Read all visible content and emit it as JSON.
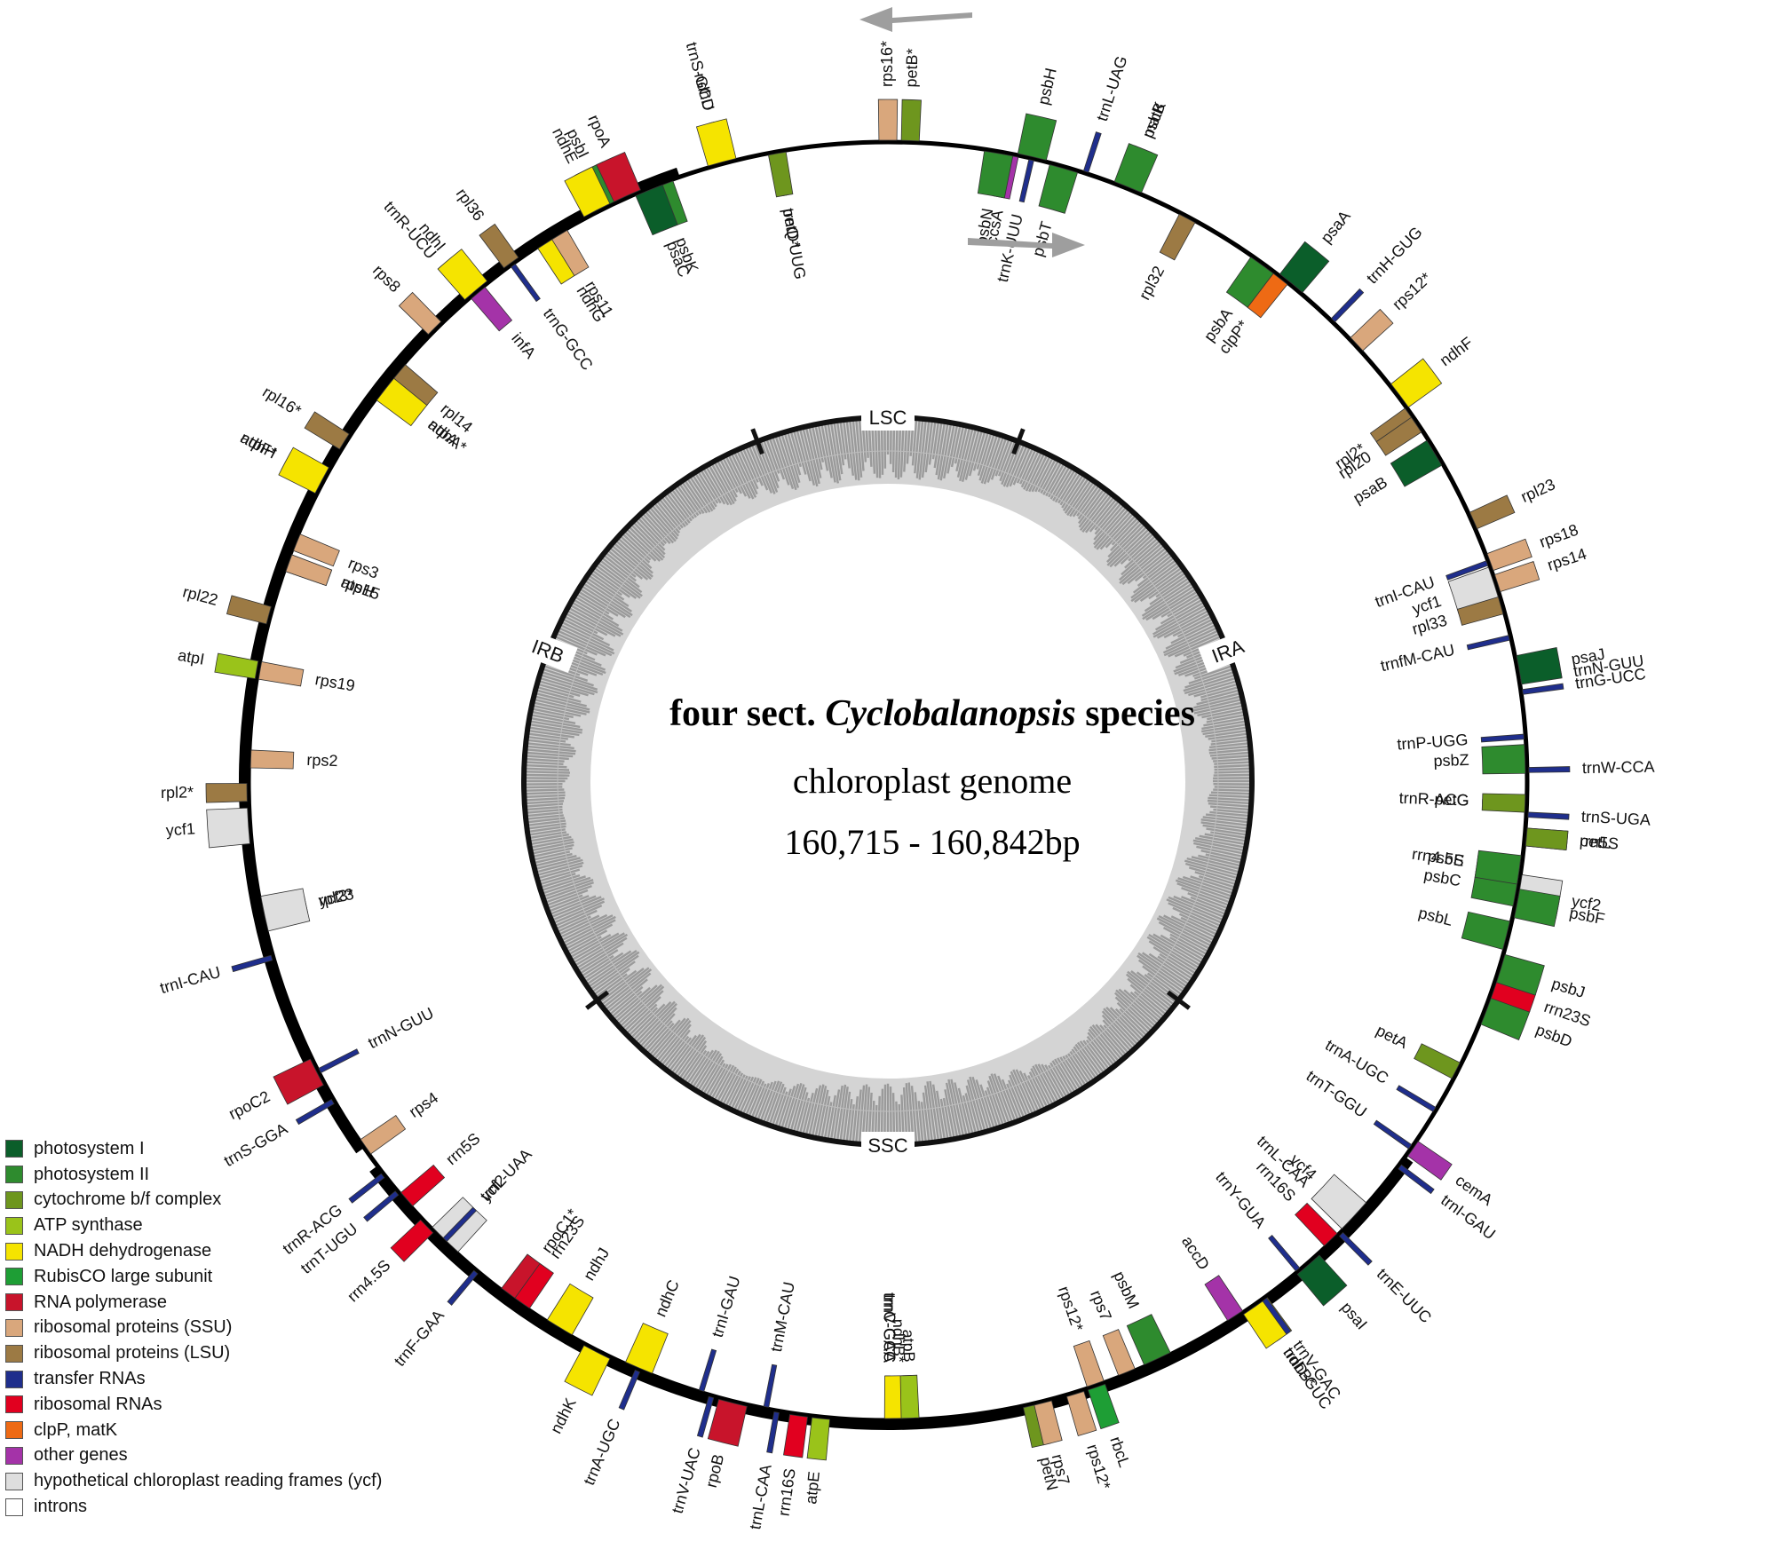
{
  "title": {
    "prefix": "four sect.",
    "genus": "Cyclobalanopsis",
    "suffix": "species",
    "line2": "chloroplast genome",
    "line3": "160,715 - 160,842bp"
  },
  "regions": [
    "LSC",
    "IRA",
    "SSC",
    "IRB"
  ],
  "legend": [
    {
      "category": "photosystem I",
      "label": "photosystem I",
      "color": "#0b5e2a"
    },
    {
      "category": "photosystem II",
      "label": "photosystem II",
      "color": "#2e8b2e"
    },
    {
      "category": "cytochrome b/f complex",
      "label": "cytochrome b/f complex",
      "color": "#6e961e"
    },
    {
      "category": "ATP synthase",
      "label": "ATP synthase",
      "color": "#9ac31a"
    },
    {
      "category": "NADH dehydrogenase",
      "label": "NADH dehydrogenase",
      "color": "#f5e400"
    },
    {
      "category": "RubisCO large subunit",
      "label": "RubisCO large subunit",
      "color": "#1e9e35"
    },
    {
      "category": "RNA polymerase",
      "label": "RNA polymerase",
      "color": "#c8142b"
    },
    {
      "category": "ribosomal proteins (SSU)",
      "label": "ribosomal proteins (SSU)",
      "color": "#d9a77c"
    },
    {
      "category": "ribosomal proteins (LSU)",
      "label": "ribosomal proteins (LSU)",
      "color": "#9c7a44"
    },
    {
      "category": "transfer RNAs",
      "label": "transfer RNAs",
      "color": "#1f2e8c"
    },
    {
      "category": "ribosomal RNAs",
      "label": "ribosomal RNAs",
      "color": "#e1001f"
    },
    {
      "category": "clpP, matK",
      "label": "clpP, matK",
      "color": "#ee6a14"
    },
    {
      "category": "other genes",
      "label": "other genes",
      "color": "#a433a8"
    },
    {
      "category": "hypothetical chloroplast reading frames (ycf)",
      "label": "hypothetical chloroplast reading frames (ycf)",
      "color": "#dedede"
    },
    {
      "category": "introns",
      "label": "introns",
      "color": "#ffffff"
    }
  ],
  "genes": [
    {
      "name": "psaA",
      "angle": 39,
      "category": "photosystem I"
    },
    {
      "name": "psaB",
      "angle": 59,
      "category": "photosystem I"
    },
    {
      "name": "rps14",
      "angle": 72,
      "category": "ribosomal proteins (SSU)"
    },
    {
      "name": "trnfM-CAU",
      "angle": 77,
      "category": "transfer RNAs"
    },
    {
      "name": "trnG-UCC",
      "angle": 82,
      "category": "transfer RNAs"
    },
    {
      "name": "psbZ",
      "angle": 88,
      "category": "photosystem II"
    },
    {
      "name": "trnS-UGA",
      "angle": 93,
      "category": "transfer RNAs"
    },
    {
      "name": "psbC",
      "angle": 100,
      "category": "photosystem II"
    },
    {
      "name": "psbD",
      "angle": 111,
      "category": "photosystem II"
    },
    {
      "name": "trnT-GGU",
      "angle": 125,
      "category": "transfer RNAs"
    },
    {
      "name": "trnE-UUC",
      "angle": 135,
      "category": "transfer RNAs"
    },
    {
      "name": "trnY-GUA",
      "angle": 140,
      "category": "transfer RNAs"
    },
    {
      "name": "trnD-GUC",
      "angle": 145,
      "category": "transfer RNAs"
    },
    {
      "name": "psbM",
      "angle": 155,
      "category": "photosystem II"
    },
    {
      "name": "petN",
      "angle": 167,
      "category": "cytochrome b/f complex"
    },
    {
      "name": "trnC-GCA",
      "angle": 180,
      "category": "transfer RNAs"
    },
    {
      "name": "rpoB",
      "angle": 194,
      "category": "RNA polymerase"
    },
    {
      "name": "rpoC1*",
      "angle": 216,
      "category": "RNA polymerase"
    },
    {
      "name": "rpoC2",
      "angle": 243,
      "category": "RNA polymerase"
    },
    {
      "name": "rps2",
      "angle": 272,
      "category": "ribosomal proteins (SSU)"
    },
    {
      "name": "atpI",
      "angle": 280,
      "category": "ATP synthase"
    },
    {
      "name": "atpH",
      "angle": 290,
      "category": "ATP synthase"
    },
    {
      "name": "atpF*",
      "angle": 298,
      "category": "ATP synthase"
    },
    {
      "name": "atpA",
      "angle": 308,
      "category": "ATP synthase"
    },
    {
      "name": "trnR-UCU",
      "angle": 319,
      "category": "transfer RNAs"
    },
    {
      "name": "trnG-GCC",
      "angle": 324,
      "category": "transfer RNAs"
    },
    {
      "name": "psbI",
      "angle": 334,
      "category": "photosystem II"
    },
    {
      "name": "psbK",
      "angle": 339,
      "category": "photosystem II"
    },
    {
      "name": "trnS-GCU",
      "angle": 345,
      "category": "transfer RNAs"
    },
    {
      "name": "trnQ-UUG",
      "angle": 350,
      "category": "transfer RNAs"
    },
    {
      "name": "rps16*",
      "angle": 360,
      "category": "ribosomal proteins (SSU)"
    },
    {
      "name": "trnK-UUU",
      "angle": 373,
      "category": "transfer RNAs"
    },
    {
      "name": "matK",
      "angle": 382,
      "category": "clpP, matK"
    },
    {
      "name": "psbA",
      "angle": 396,
      "category": "photosystem II"
    },
    {
      "name": "trnH-GUG",
      "angle": 404,
      "category": "transfer RNAs"
    },
    {
      "name": "rpl2*",
      "angle": 415,
      "category": "ribosomal proteins (LSU)"
    },
    {
      "name": "rpl23",
      "angle": 426,
      "category": "ribosomal proteins (LSU)"
    },
    {
      "name": "trnI-CAU",
      "angle": 430,
      "category": "transfer RNAs"
    },
    {
      "name": "ycf2",
      "angle": 460,
      "category": "hypothetical chloroplast reading frames (ycf)"
    },
    {
      "name": "trnL-CAA",
      "angle": 494,
      "category": "transfer RNAs"
    },
    {
      "name": "ndhB*",
      "angle": 505,
      "category": "NADH dehydrogenase"
    },
    {
      "name": "rps7",
      "angle": 518,
      "category": "ribosomal proteins (SSU)"
    },
    {
      "name": "rps12*",
      "angle": 523,
      "category": "ribosomal proteins (SSU)"
    },
    {
      "name": "trnV-GAC",
      "angle": 540,
      "category": "transfer RNAs"
    },
    {
      "name": "rrn16S",
      "angle": 548,
      "category": "ribosomal RNAs"
    },
    {
      "name": "trnI-GAU",
      "angle": 557,
      "category": "transfer RNAs"
    },
    {
      "name": "trnA-UGC",
      "angle": 563,
      "category": "transfer RNAs"
    },
    {
      "name": "rrn23S",
      "angle": 575,
      "category": "ribosomal RNAs"
    },
    {
      "name": "rrn4.5S",
      "angle": 586,
      "category": "ribosomal RNAs"
    },
    {
      "name": "rrn5S",
      "angle": 589,
      "category": "ribosomal RNAs"
    },
    {
      "name": "trnR-ACG",
      "angle": 592,
      "category": "transfer RNAs"
    },
    {
      "name": "trnN-GUU",
      "angle": 603,
      "category": "transfer RNAs"
    },
    {
      "name": "ycf1",
      "angle": 626,
      "category": "hypothetical chloroplast reading frames (ycf)"
    },
    {
      "name": "rps15",
      "angle": 650,
      "category": "ribosomal proteins (SSU)"
    },
    {
      "name": "ndhH",
      "angle": 658,
      "category": "NADH dehydrogenase"
    },
    {
      "name": "ndhA*",
      "angle": 668,
      "category": "NADH dehydrogenase"
    },
    {
      "name": "ndhI",
      "angle": 680,
      "category": "NADH dehydrogenase"
    },
    {
      "name": "ndhG",
      "angle": 688,
      "category": "NADH dehydrogenase"
    },
    {
      "name": "ndhE",
      "angle": 693,
      "category": "NADH dehydrogenase"
    },
    {
      "name": "psaC",
      "angle": 698,
      "category": "photosystem I"
    },
    {
      "name": "ndhD",
      "angle": 705,
      "category": "NADH dehydrogenase"
    },
    {
      "name": "ccsA",
      "angle": 731,
      "category": "other genes"
    },
    {
      "name": "trnL-UAG",
      "angle": 738,
      "category": "transfer RNAs"
    },
    {
      "name": "rpl32",
      "angle": 748,
      "category": "ribosomal proteins (LSU)"
    },
    {
      "name": "ndhF",
      "angle": 773,
      "category": "NADH dehydrogenase"
    },
    {
      "name": "ycf1",
      "angle": 792,
      "category": "hypothetical chloroplast reading frames (ycf)"
    },
    {
      "name": "trnN-GUU",
      "angle": 801,
      "category": "transfer RNAs"
    },
    {
      "name": "trnR-ACG",
      "angle": 812,
      "category": "transfer RNAs"
    },
    {
      "name": "rrn5S",
      "angle": 815,
      "category": "ribosomal RNAs"
    },
    {
      "name": "rrn4.5S",
      "angle": 818,
      "category": "ribosomal RNAs"
    },
    {
      "name": "rrn23S",
      "angle": 829,
      "category": "ribosomal RNAs"
    },
    {
      "name": "trnA-UGC",
      "angle": 841,
      "category": "transfer RNAs"
    },
    {
      "name": "trnI-GAU",
      "angle": 847,
      "category": "transfer RNAs"
    },
    {
      "name": "rrn16S",
      "angle": 856,
      "category": "ribosomal RNAs"
    },
    {
      "name": "trnV-GAC",
      "angle": 864,
      "category": "transfer RNAs"
    },
    {
      "name": "rps12*",
      "angle": 881,
      "category": "ribosomal proteins (SSU)"
    },
    {
      "name": "rps7",
      "angle": 886,
      "category": "ribosomal proteins (SSU)"
    },
    {
      "name": "ndhB*",
      "angle": 899,
      "category": "NADH dehydrogenase"
    },
    {
      "name": "trnL-CAA",
      "angle": 910,
      "category": "transfer RNAs"
    },
    {
      "name": "ycf2",
      "angle": 944,
      "category": "hypothetical chloroplast reading frames (ycf)"
    },
    {
      "name": "trnI-CAU",
      "angle": 974,
      "category": "transfer RNAs"
    },
    {
      "name": "rpl23",
      "angle": 978,
      "category": "ribosomal proteins (LSU)"
    },
    {
      "name": "rpl2*",
      "angle": 989,
      "category": "ribosomal proteins (LSU)"
    },
    {
      "name": "rps19",
      "angle": 1000,
      "category": "ribosomal proteins (SSU)"
    },
    {
      "name": "rpl22",
      "angle": 1005,
      "category": "ribosomal proteins (LSU)"
    },
    {
      "name": "rps3",
      "angle": 1012,
      "category": "ribosomal proteins (SSU)"
    },
    {
      "name": "rpl16*",
      "angle": 1022,
      "category": "ribosomal proteins (LSU)"
    },
    {
      "name": "rpl14",
      "angle": 1030,
      "category": "ribosomal proteins (LSU)"
    },
    {
      "name": "rps8",
      "angle": 1035,
      "category": "ribosomal proteins (SSU)"
    },
    {
      "name": "infA",
      "angle": 1040,
      "category": "other genes"
    },
    {
      "name": "rpl36",
      "angle": 1044,
      "category": "ribosomal proteins (LSU)"
    },
    {
      "name": "rps11",
      "angle": 1049,
      "category": "ribosomal proteins (SSU)"
    },
    {
      "name": "rpoA",
      "angle": 1056,
      "category": "RNA polymerase"
    },
    {
      "name": "petD*",
      "angle": 1070,
      "category": "cytochrome b/f complex"
    },
    {
      "name": "petB*",
      "angle": 1082,
      "category": "cytochrome b/f complex"
    },
    {
      "name": "psbN",
      "angle": 1090,
      "category": "photosystem II"
    },
    {
      "name": "psbH",
      "angle": 1093,
      "category": "photosystem II"
    },
    {
      "name": "psbT",
      "angle": 1096,
      "category": "photosystem II"
    },
    {
      "name": "psbB",
      "angle": 1102,
      "category": "photosystem II"
    },
    {
      "name": "clpP*",
      "angle": 1118,
      "category": "clpP, matK"
    },
    {
      "name": "rps12*",
      "angle": 1127,
      "category": "ribosomal proteins (SSU)"
    },
    {
      "name": "rpl20",
      "angle": 1136,
      "category": "ribosomal proteins (LSU)"
    },
    {
      "name": "rps18",
      "angle": 1150,
      "category": "ribosomal proteins (SSU)"
    },
    {
      "name": "rpl33",
      "angle": 1154,
      "category": "ribosomal proteins (LSU)"
    },
    {
      "name": "psaJ",
      "angle": 1160,
      "category": "photosystem I"
    },
    {
      "name": "trnP-UGG",
      "angle": 1166,
      "category": "transfer RNAs"
    },
    {
      "name": "trnW-CCA",
      "angle": 1169,
      "category": "transfer RNAs"
    },
    {
      "name": "petG",
      "angle": 1172,
      "category": "cytochrome b/f complex"
    },
    {
      "name": "petL",
      "angle": 1175,
      "category": "cytochrome b/f complex"
    },
    {
      "name": "psbE",
      "angle": 1178,
      "category": "photosystem II"
    },
    {
      "name": "psbF",
      "angle": 1181,
      "category": "photosystem II"
    },
    {
      "name": "psbL",
      "angle": 1184,
      "category": "photosystem II"
    },
    {
      "name": "psbJ",
      "angle": 1187,
      "category": "photosystem II"
    },
    {
      "name": "petA",
      "angle": 1197,
      "category": "cytochrome b/f complex"
    },
    {
      "name": "cemA",
      "angle": 1205,
      "category": "other genes"
    },
    {
      "name": "ycf4",
      "angle": 1213,
      "category": "hypothetical chloroplast reading frames (ycf)"
    },
    {
      "name": "psaI",
      "angle": 1219,
      "category": "photosystem I"
    },
    {
      "name": "accD",
      "angle": 1227,
      "category": "other genes"
    },
    {
      "name": "rbcL",
      "angle": 1241,
      "category": "RubisCO large subunit"
    },
    {
      "name": "atpB",
      "angle": 1258,
      "category": "ATP synthase"
    },
    {
      "name": "atpE",
      "angle": 1266,
      "category": "ATP synthase"
    },
    {
      "name": "trnM-CAU",
      "angle": 1271,
      "category": "transfer RNAs"
    },
    {
      "name": "trnV-UAC",
      "angle": 1276,
      "category": "transfer RNAs"
    },
    {
      "name": "ndhC",
      "angle": 1283,
      "category": "NADH dehydrogenase"
    },
    {
      "name": "ndhK",
      "angle": 1287,
      "category": "NADH dehydrogenase"
    },
    {
      "name": "ndhJ",
      "angle": 1291,
      "category": "NADH dehydrogenase"
    },
    {
      "name": "trnF-GAA",
      "angle": 1300,
      "category": "transfer RNAs"
    },
    {
      "name": "trnL-UAA",
      "angle": 1304,
      "category": "transfer RNAs"
    },
    {
      "name": "trnT-UGU",
      "angle": 1310,
      "category": "transfer RNAs"
    },
    {
      "name": "rps4",
      "angle": 1315,
      "category": "ribosomal proteins (SSU)"
    },
    {
      "name": "trnS-GGA",
      "angle": 1320,
      "category": "transfer RNAs"
    },
    {
      "name": "ycf3*",
      "angle": 1338,
      "category": "hypothetical chloroplast reading frames (ycf)"
    }
  ]
}
